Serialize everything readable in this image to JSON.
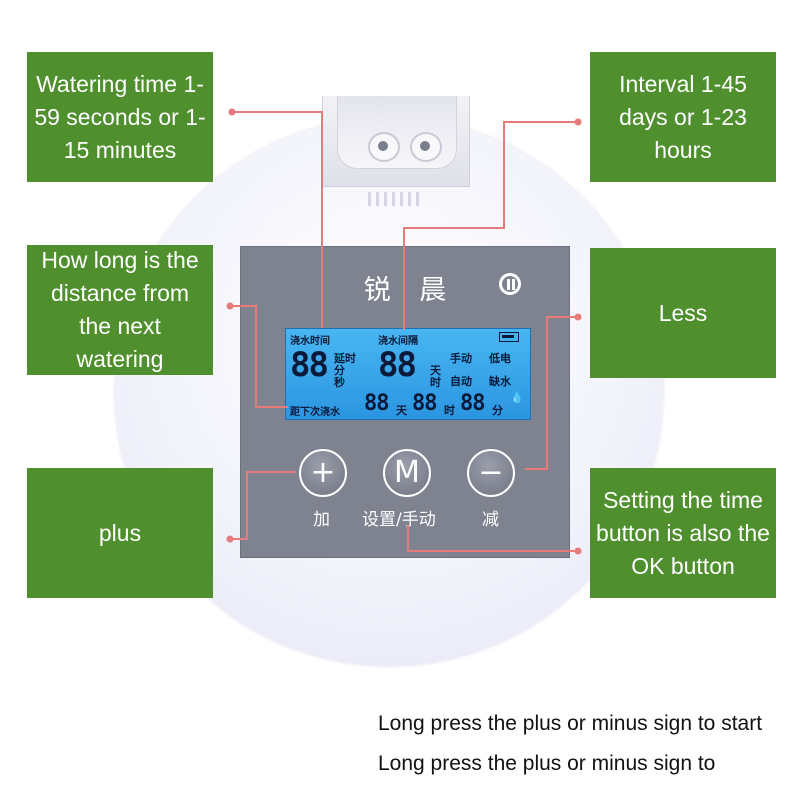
{
  "device": {
    "brand": "锐 晨",
    "lcd": {
      "watering_time_label": "浇水时间",
      "watering_interval_label": "浇水间隔",
      "time_digits": "88",
      "delay_label": "延时",
      "minute_label": "分",
      "second_label": "秒",
      "interval_digits": "88",
      "day_label": "天",
      "hour_label": "时",
      "manual_label": "手动",
      "low_battery_label": "低电",
      "auto_label": "自动",
      "no_water_label": "缺水",
      "next_watering_label": "距下次浇水",
      "countdown_days": "88",
      "countdown_day_unit": "天",
      "countdown_hours": "88",
      "countdown_hour_unit": "时",
      "countdown_minutes": "88",
      "countdown_minute_unit": "分"
    },
    "buttons": {
      "plus_glyph": "+",
      "plus_label": "加",
      "mode_glyph": "M",
      "mode_label": "设置/手动",
      "minus_glyph": "−",
      "minus_label": "减"
    }
  },
  "callouts": {
    "watering_time": "Watering time 1-59 seconds or 1-15 minutes",
    "interval": "Interval 1-45 days or 1-23 hours",
    "next_watering": "How long is the distance from the next watering",
    "less": "Less",
    "plus": "plus",
    "setting": "Setting the time button is also the OK button"
  },
  "captions": {
    "line1": "Long press the plus or minus sign to start",
    "line2": "Long press the plus or minus sign to"
  },
  "colors": {
    "callout_green": "#4f8f2e",
    "leader_line": "#e57b7b",
    "panel_gray": "#7e838f",
    "lcd_blue": "#3aa6ec"
  }
}
